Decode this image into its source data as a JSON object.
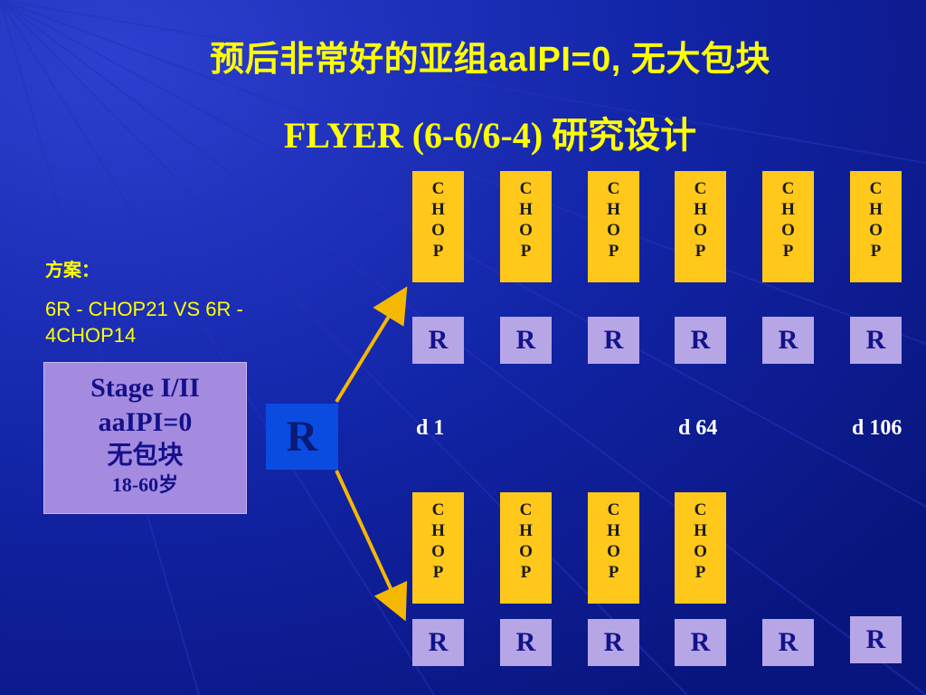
{
  "title": {
    "line1": "预后非常好的亚组aaIPI=0, 无大包块",
    "line2": "FLYER (6-6/6-4)  研究设计"
  },
  "scheme": {
    "label": "方案：",
    "text": "6R - CHOP21 VS 6R - 4CHOP14"
  },
  "stage_box": {
    "line1": "Stage I/II",
    "line2": "aaIPI=0",
    "line3": "无包块",
    "line4": "18-60岁"
  },
  "randomize_label": "R",
  "arms": {
    "top": {
      "chop": [
        "CHOP",
        "CHOP",
        "CHOP",
        "CHOP",
        "CHOP",
        "CHOP"
      ],
      "r": [
        "R",
        "R",
        "R",
        "R",
        "R",
        "R"
      ]
    },
    "bottom": {
      "chop": [
        "CHOP",
        "CHOP",
        "CHOP",
        "CHOP"
      ],
      "r": [
        "R",
        "R",
        "R",
        "R",
        "R",
        "R"
      ]
    }
  },
  "days": {
    "d1": "d 1",
    "d64": "d 64",
    "d106": "d 106"
  },
  "colors": {
    "background": "#0c1a8e",
    "title": "#ffff00",
    "chop_fill": "#ffc81a",
    "r_fill": "#b6a6e6",
    "stage_fill": "#a48be0",
    "randomize_fill": "#0a4ce0",
    "arrow": "#f5b800"
  }
}
